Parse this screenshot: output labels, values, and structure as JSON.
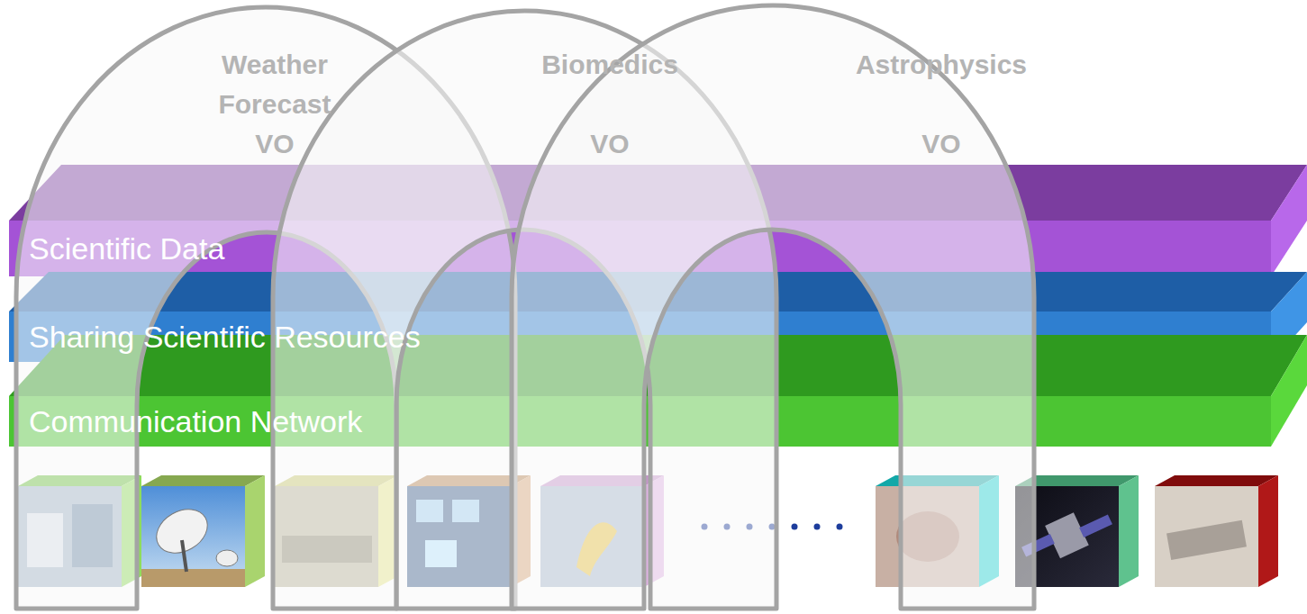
{
  "diagram": {
    "nodes": [
      {
        "text": [
          "Weather Forecast VO"
        ]
      },
      {
        "text": [
          "Biomedics VO"
        ]
      },
      {
        "text": [
          "Astrophysics VO"
        ]
      },
      {
        "text": [
          "Scientific Data"
        ]
      },
      {
        "text": [
          "Sharing Scientific Resources"
        ]
      },
      {
        "text": [
          "Communication Network"
        ]
      }
    ]
  }
}
